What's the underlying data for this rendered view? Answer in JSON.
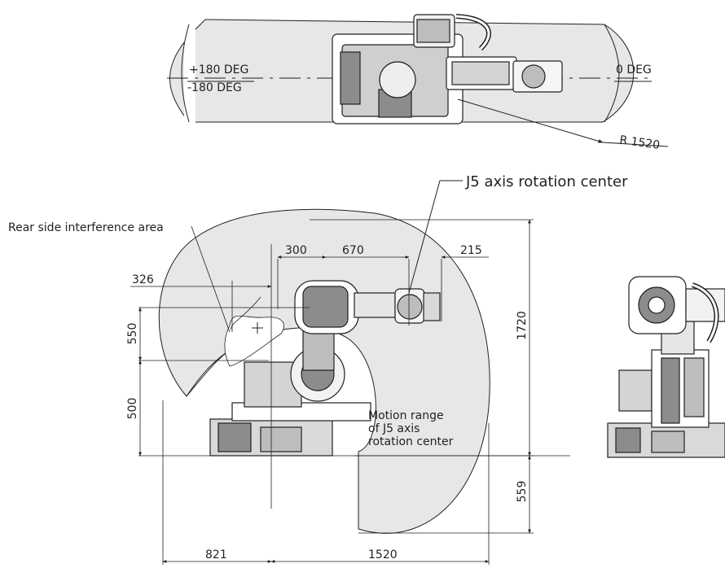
{
  "top_view": {
    "angle_pos_180": "+180 DEG",
    "angle_neg_180": "-180 DEG",
    "angle_zero": "0 DEG",
    "radius": "R 1520"
  },
  "side_view": {
    "j5_center_label": "J5 axis rotation center",
    "rear_interference_label": "Rear side interference area",
    "motion_range_line1": "Motion range",
    "motion_range_line2": "of J5 axis",
    "motion_range_line3": "rotation center",
    "dims": {
      "d300": "300",
      "d670": "670",
      "d215": "215",
      "d326": "326",
      "d550": "550",
      "d500": "500",
      "d1720": "1720",
      "d559": "559",
      "d821": "821",
      "d1520": "1520"
    }
  },
  "colors": {
    "range_fill": "#e6e7e8",
    "line": "#231f20",
    "robot_dark": "#3a3a3a",
    "robot_mid": "#8c8c8c"
  }
}
